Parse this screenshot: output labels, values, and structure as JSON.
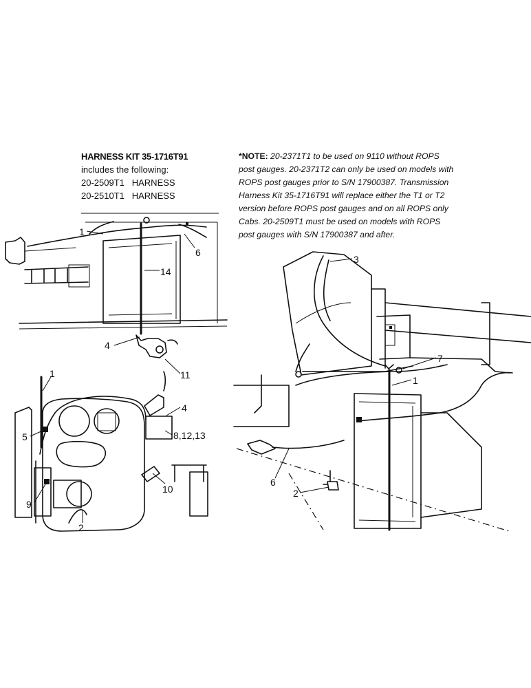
{
  "kit": {
    "title": "HARNESS KIT 35-1716T91",
    "subtitle": "includes the following:",
    "items": [
      {
        "part": "20-2509T1",
        "name": "HARNESS"
      },
      {
        "part": "20-2510T1",
        "name": "HARNESS"
      }
    ]
  },
  "note": {
    "lead": "*NOTE:",
    "text": " 20-2371T1 to be used on 9110 without ROPS post gauges. 20-2371T2 can only be used on models with ROPS post gauges prior to S/N 17900387. Transmission Harness Kit 35-1716T91 will replace either the T1 or T2 version before ROPS post gauges and on all ROPS only Cabs. 20-2509T1 must be used on models with ROPS post gauges with S/N 17900387 and after."
  },
  "callouts": {
    "c1_top": "1",
    "c6_top": "6",
    "c14": "14",
    "c4_top": "4",
    "c11": "11",
    "c1_left": "1",
    "c4_mid": "4",
    "c5": "5",
    "c8_12_13": "8,12,13",
    "c9": "9",
    "c10": "10",
    "c2_left": "2",
    "c3": "3",
    "c7": "7",
    "c1_right": "1",
    "c6_right": "6",
    "c2_right": "2"
  }
}
